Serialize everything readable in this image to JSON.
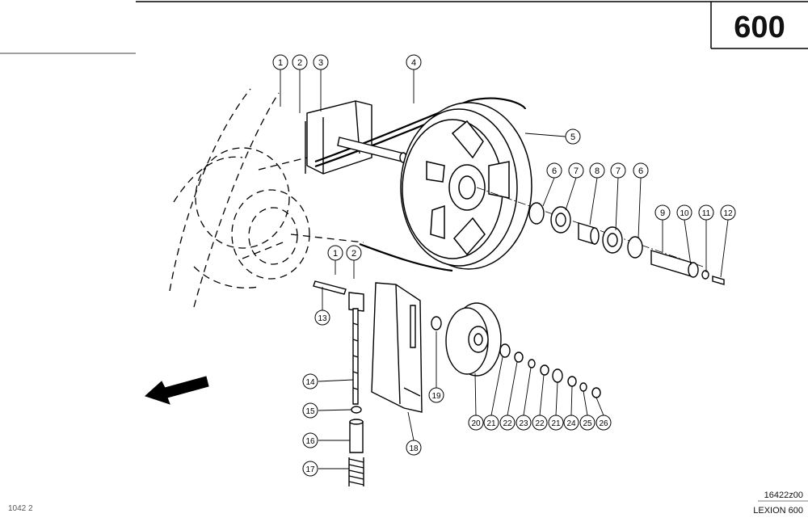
{
  "page_number": "600",
  "drawing_code": "16422z00",
  "model": "LEXION 600",
  "corner_mark": "1042 2",
  "callouts": [
    {
      "label": "1"
    },
    {
      "label": "2"
    },
    {
      "label": "3"
    },
    {
      "label": "4"
    },
    {
      "label": "5"
    },
    {
      "label": "6"
    },
    {
      "label": "7"
    },
    {
      "label": "8"
    },
    {
      "label": "7"
    },
    {
      "label": "6"
    },
    {
      "label": "9"
    },
    {
      "label": "10"
    },
    {
      "label": "11"
    },
    {
      "label": "12"
    },
    {
      "label": "1"
    },
    {
      "label": "2"
    },
    {
      "label": "13"
    },
    {
      "label": "14"
    },
    {
      "label": "15"
    },
    {
      "label": "16"
    },
    {
      "label": "17"
    },
    {
      "label": "18"
    },
    {
      "label": "19"
    },
    {
      "label": "20"
    },
    {
      "label": "21"
    },
    {
      "label": "22"
    },
    {
      "label": "23"
    },
    {
      "label": "22"
    },
    {
      "label": "21"
    },
    {
      "label": "24"
    },
    {
      "label": "25"
    },
    {
      "label": "26"
    }
  ]
}
